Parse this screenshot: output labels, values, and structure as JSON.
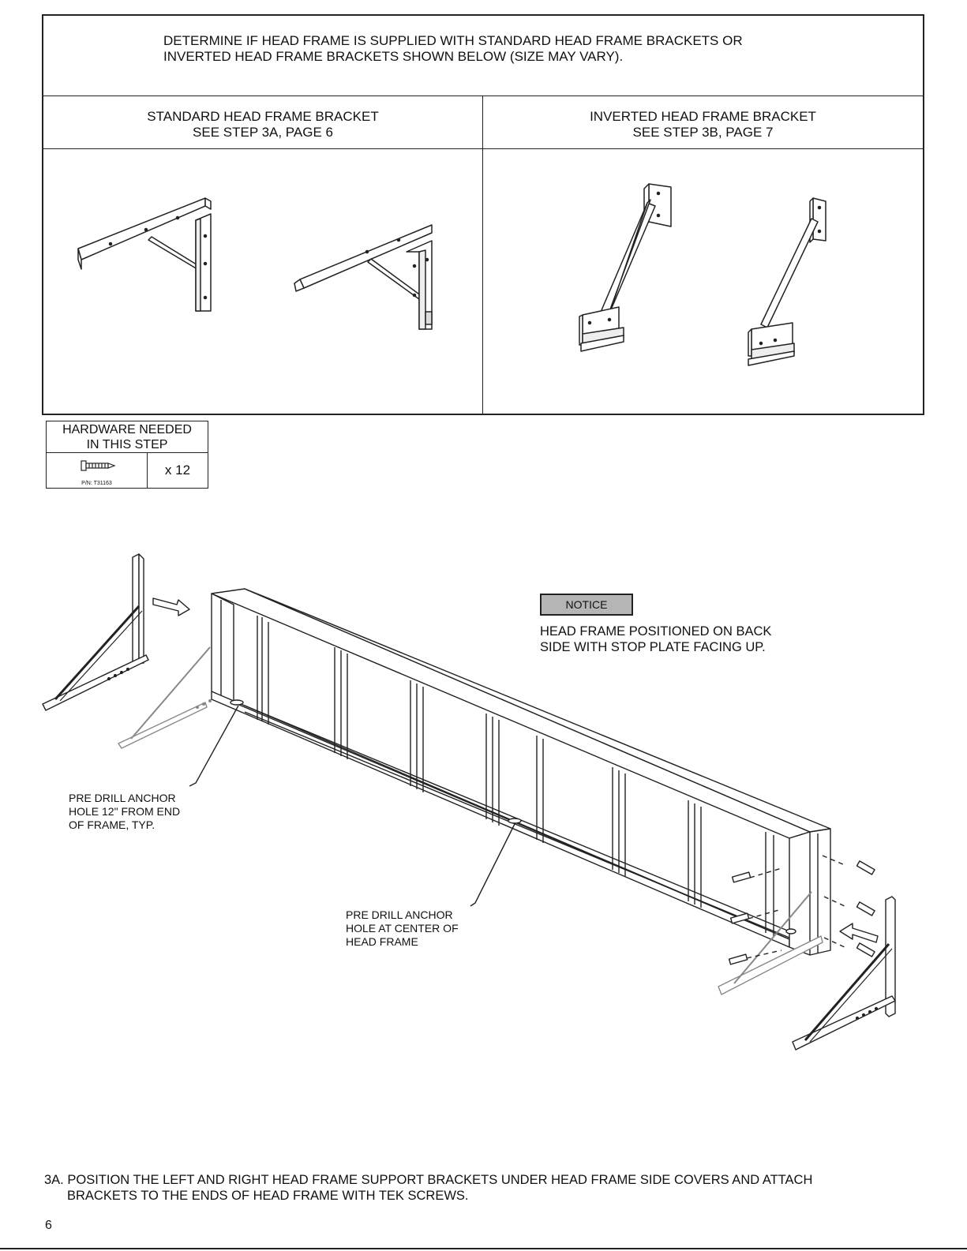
{
  "intro": {
    "line1": "DETERMINE IF HEAD FRAME IS SUPPLIED WITH STANDARD HEAD FRAME BRACKETS OR",
    "line2": "INVERTED HEAD FRAME BRACKETS SHOWN BELOW (SIZE MAY VARY)."
  },
  "standard": {
    "title": "STANDARD HEAD FRAME BRACKET",
    "ref": "SEE STEP 3A, PAGE 6"
  },
  "inverted": {
    "title": "INVERTED HEAD FRAME BRACKET",
    "ref": "SEE STEP 3B, PAGE 7"
  },
  "hardware": {
    "title_line1": "HARDWARE NEEDED",
    "title_line2": "IN THIS STEP",
    "part_number": "P/N: T31163",
    "quantity": "x 12",
    "icon": "tek-screw-icon"
  },
  "notice": {
    "label": "NOTICE",
    "line1": "HEAD FRAME POSITIONED ON BACK",
    "line2": "SIDE WITH STOP PLATE FACING UP."
  },
  "callouts": {
    "end_hole": [
      "PRE DRILL ANCHOR",
      "HOLE 12\" FROM END",
      "OF FRAME, TYP."
    ],
    "center_hole": [
      "PRE DRILL ANCHOR",
      "HOLE AT CENTER OF",
      "HEAD FRAME"
    ]
  },
  "instruction": {
    "line1": "3A. POSITION THE LEFT AND RIGHT HEAD FRAME SUPPORT BRACKETS UNDER HEAD FRAME SIDE COVERS AND ATTACH",
    "line2": "BRACKETS TO THE ENDS OF HEAD FRAME WITH TEK SCREWS."
  },
  "page_number": "6"
}
